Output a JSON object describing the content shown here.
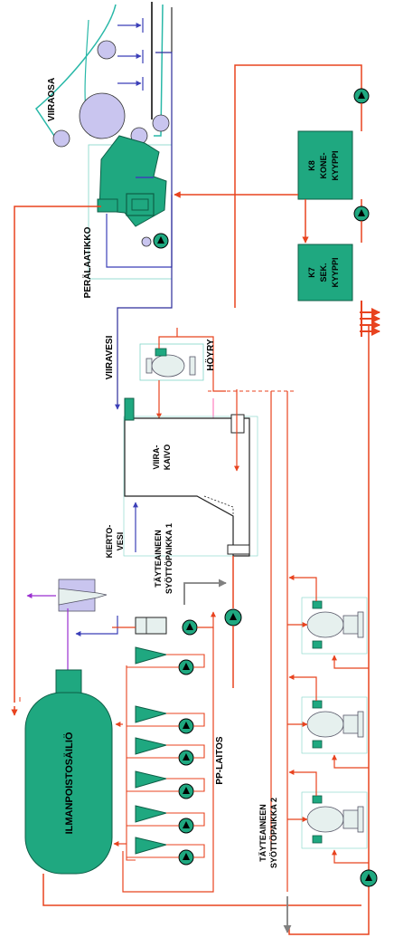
{
  "labels": {
    "viiraosa": "VIIRAOSA",
    "peralaatikko": "PERÄLAATIKKO",
    "viiravesi": "VIIRAVESI",
    "hoyry": "HÖYRY",
    "viira_kaivo_1": "VIIRA-",
    "viira_kaivo_2": "KAIVO",
    "kiertovesi_1": "KIERTO-",
    "kiertovesi_2": "VESI",
    "tayteaine1_1": "TÄYTEAINEEN",
    "tayteaine1_2": "SYÖTTÖPAIKKA 1",
    "tayteaine2_1": "TÄYTEAINEEN",
    "tayteaine2_2": "SYÖTTÖPAIKKA 2",
    "pp_laitos": "PP-LAITOS",
    "ilmanpoisto": "ILMANPOISTOSÄILIÖ",
    "k8_1": "K8",
    "k8_2": "KONE-",
    "k8_3": "KYYPPI",
    "k7_1": "K7",
    "k7_2": "SEK.",
    "k7_3": "KYYPPI"
  },
  "colors": {
    "stock_line": "#e8431f",
    "water_line": "#3b3fb8",
    "white_water": "#2c2c9a",
    "steam_line": "#ff7fbf",
    "air_line": "#9a2fd0",
    "green_fill": "#1fa880",
    "green_stroke": "#0d5e46",
    "teal_wire": "#29b8a8",
    "roll_fill": "#c9c5ef",
    "gray_arrow": "#808080"
  }
}
